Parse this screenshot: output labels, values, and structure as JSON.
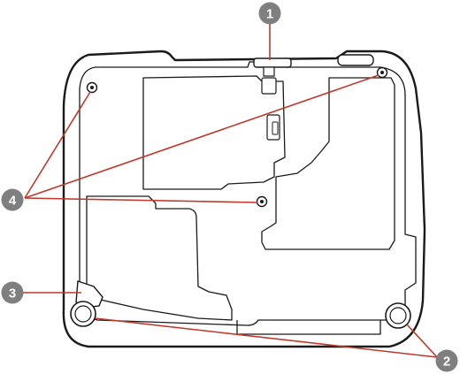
{
  "callouts": [
    {
      "id": "callout-1",
      "label": "1"
    },
    {
      "id": "callout-2",
      "label": "2"
    },
    {
      "id": "callout-3",
      "label": "3"
    },
    {
      "id": "callout-4",
      "label": "4"
    }
  ],
  "colors": {
    "callout_line": "#c0392b",
    "badge_fill": "#7f7f7f",
    "outline": "#1a1a1a"
  }
}
